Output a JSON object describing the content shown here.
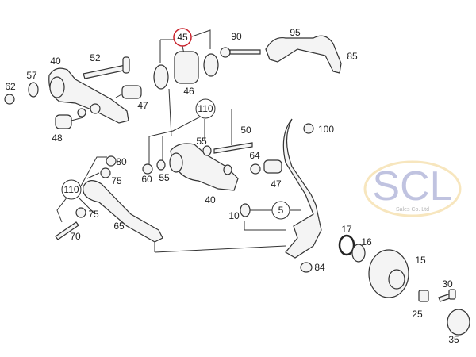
{
  "diagram": {
    "title": "Front axle control arm / wheel hub parts diagram",
    "accent_color": "#c8202a",
    "watermark": {
      "text": "SCL",
      "subtext": "Sales Co. Ltd",
      "color": "#8e93c8"
    },
    "labels": {
      "p45": "45",
      "p90": "90",
      "p95": "95",
      "p85": "85",
      "p52": "52",
      "p40a": "40",
      "p57": "57",
      "p62": "62",
      "p46": "46",
      "p47a": "47",
      "p48": "48",
      "p110a": "110",
      "p50": "50",
      "p100": "100",
      "p55a": "55",
      "p64": "64",
      "p80": "80",
      "p60": "60",
      "p55b": "55",
      "p75a": "75",
      "p110b": "110",
      "p47b": "47",
      "p40b": "40",
      "p10": "10",
      "p5": "5",
      "p17": "17",
      "p75b": "75",
      "p16": "16",
      "p65": "65",
      "p70": "70",
      "p15": "15",
      "p84": "84",
      "p30": "30",
      "p25": "25",
      "p35": "35"
    }
  }
}
